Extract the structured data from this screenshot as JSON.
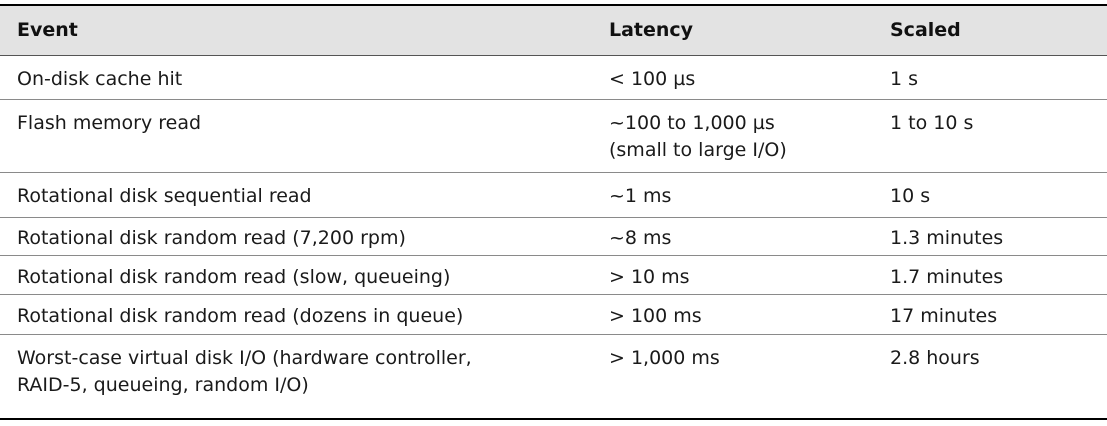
{
  "table": {
    "headers": [
      "Event",
      "Latency",
      "Scaled"
    ],
    "rows": [
      {
        "event": [
          "On-disk cache hit"
        ],
        "latency": [
          "< 100 µs"
        ],
        "scaled": "1 s"
      },
      {
        "event": [
          "Flash memory read"
        ],
        "latency": [
          "~100 to 1,000 µs",
          "(small to large I/O)"
        ],
        "scaled": "1 to 10 s"
      },
      {
        "event": [
          "Rotational disk sequential read"
        ],
        "latency": [
          "~1 ms"
        ],
        "scaled": "10 s"
      },
      {
        "event": [
          "Rotational disk random read (7,200 rpm)"
        ],
        "latency": [
          "~8 ms"
        ],
        "scaled": "1.3 minutes"
      },
      {
        "event": [
          "Rotational disk random read (slow, queueing)"
        ],
        "latency": [
          "> 10 ms"
        ],
        "scaled": "1.7 minutes"
      },
      {
        "event": [
          "Rotational disk random read (dozens in queue)"
        ],
        "latency": [
          "> 100 ms"
        ],
        "scaled": "17 minutes"
      },
      {
        "event": [
          "Worst-case virtual disk I/O (hardware controller,",
          "RAID-5, queueing, random I/O)"
        ],
        "latency": [
          "> 1,000 ms"
        ],
        "scaled": "2.8 hours"
      }
    ]
  },
  "colors": {
    "header_bg": "#e3e3e3",
    "rule": "#000000",
    "row_divider": "#8a8a8a"
  }
}
